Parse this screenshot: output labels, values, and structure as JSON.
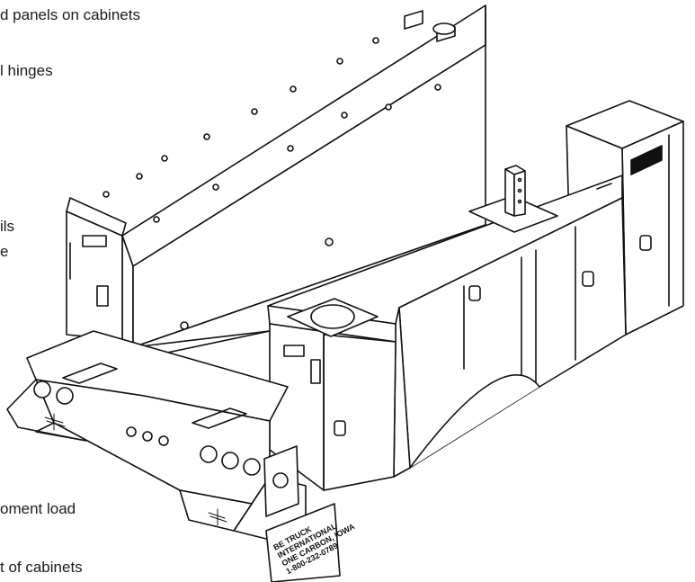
{
  "labels": {
    "line1": "d panels on cabinets",
    "line2": "l hinges",
    "line3": "ils",
    "line4": "e",
    "line5": "oment load",
    "line6": "t of cabinets"
  },
  "sign": {
    "line1": "BE TRUCK",
    "line2": "INTERNATIONAL",
    "line3": "ONE CARBON, IOWA",
    "line4": "1-800-232-0789"
  },
  "colors": {
    "ink": "#111111",
    "paper": "#ffffff"
  },
  "icons": [
    "brand-logo-icon",
    "round-lamp-icon",
    "door-latch-icon",
    "gooseneck-post-icon",
    "cable-reel-mount-icon"
  ]
}
